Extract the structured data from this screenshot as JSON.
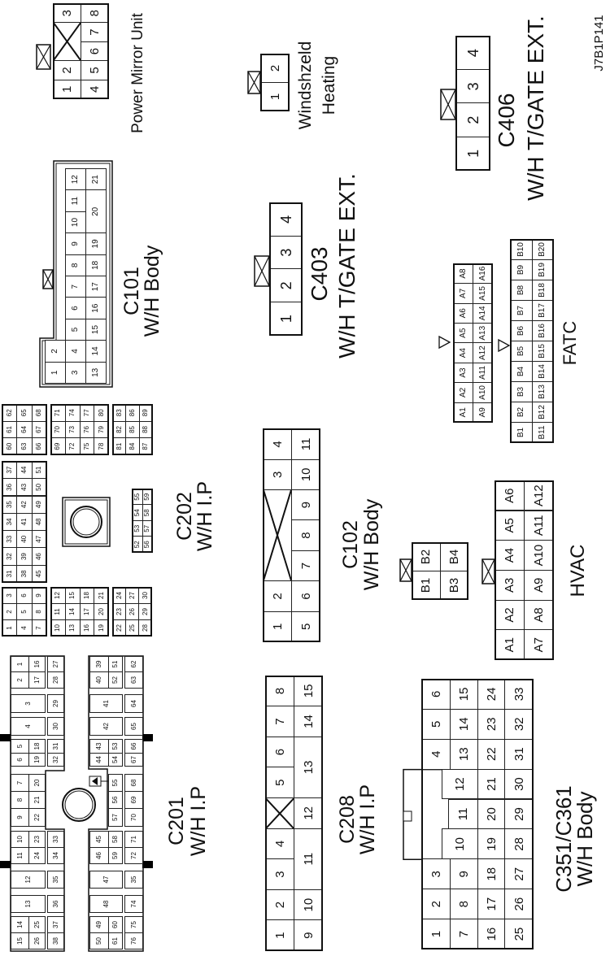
{
  "drawing_id": "J7B1P141",
  "connectors": {
    "pmu": {
      "name": "Power Mirror Unit",
      "pins": [
        "1",
        "2",
        "3",
        "4",
        "5",
        "6",
        "7",
        "8"
      ]
    },
    "windshield": {
      "name_line1": "Windshzeld",
      "name_line2": "Heating",
      "pins": [
        "1",
        "2"
      ]
    },
    "c406": {
      "id": "C406",
      "harness": "W/H T/GATE EXT.",
      "pins": [
        "1",
        "2",
        "3",
        "4"
      ]
    },
    "c403": {
      "id": "C403",
      "harness": "W/H T/GATE  EXT.",
      "pins": [
        "1",
        "2",
        "3",
        "4"
      ]
    },
    "c101": {
      "id": "C101",
      "harness": "W/H Body",
      "pins": [
        "1",
        "2",
        "3",
        "4",
        "5",
        "6",
        "7",
        "8",
        "9",
        "10",
        "11",
        "12",
        "13",
        "14",
        "15",
        "16",
        "17",
        "18",
        "19",
        "20",
        "21"
      ]
    },
    "c202": {
      "id": "C202",
      "harness": "W/H I.P",
      "pins": [
        "1",
        "2",
        "3",
        "4",
        "5",
        "6",
        "7",
        "8",
        "9",
        "10",
        "11",
        "12",
        "13",
        "14",
        "15",
        "16",
        "17",
        "18",
        "19",
        "20",
        "21",
        "22",
        "23",
        "24",
        "25",
        "26",
        "27",
        "28",
        "29",
        "30",
        "31",
        "32",
        "33",
        "34",
        "35",
        "36",
        "37",
        "38",
        "39",
        "40",
        "41",
        "42",
        "43",
        "44",
        "45",
        "46",
        "47",
        "48",
        "49",
        "50",
        "51",
        "52",
        "53",
        "54",
        "55",
        "56",
        "57",
        "58",
        "59",
        "60",
        "61",
        "62",
        "63",
        "64",
        "65",
        "66",
        "67",
        "68",
        "69",
        "70",
        "71",
        "72",
        "73",
        "74",
        "75",
        "76",
        "77",
        "78",
        "79",
        "80",
        "81",
        "82",
        "83",
        "84",
        "85",
        "86",
        "87",
        "88",
        "89"
      ]
    },
    "c201": {
      "id": "C201",
      "harness": "W/H I.P",
      "pins": [
        "1",
        "2",
        "3",
        "4",
        "5",
        "6",
        "7",
        "8",
        "9",
        "10",
        "11",
        "12",
        "13",
        "14",
        "15",
        "16",
        "17",
        "18",
        "19",
        "20",
        "21",
        "22",
        "23",
        "24",
        "25",
        "26",
        "27",
        "28",
        "29",
        "30",
        "31",
        "32",
        "33",
        "34",
        "35",
        "36",
        "37",
        "38",
        "39",
        "40",
        "41",
        "42",
        "43",
        "44",
        "45",
        "46",
        "47",
        "48",
        "49",
        "50",
        "51",
        "52",
        "53",
        "54",
        "55",
        "56",
        "57",
        "58",
        "59",
        "60",
        "61",
        "62",
        "63",
        "64",
        "65",
        "66",
        "67",
        "68",
        "69",
        "70",
        "71",
        "72",
        "35",
        "74",
        "75",
        "76"
      ]
    },
    "c102": {
      "id": "C102",
      "harness": "W/H Body",
      "pins": [
        "1",
        "2",
        "3",
        "4",
        "5",
        "6",
        "7",
        "8",
        "9",
        "10",
        "11"
      ]
    },
    "hvac": {
      "name": "HVAC",
      "b_pins": [
        "B1",
        "B2",
        "B3",
        "B4"
      ],
      "a_pins": [
        "A1",
        "A2",
        "A3",
        "A4",
        "A5",
        "A6",
        "A7",
        "A8",
        "A9",
        "A10",
        "A11",
        "A12"
      ]
    },
    "fatc": {
      "name": "FATC",
      "a_pins": [
        "A1",
        "A2",
        "A3",
        "A4",
        "A5",
        "A6",
        "A7",
        "A8",
        "A9",
        "A10",
        "A11",
        "A12",
        "A13",
        "A14",
        "A15",
        "A16"
      ],
      "b_pins": [
        "B1",
        "B2",
        "B3",
        "B4",
        "B5",
        "B6",
        "B7",
        "B8",
        "B9",
        "B10",
        "B11",
        "B12",
        "B13",
        "B14",
        "B15",
        "B16",
        "B17",
        "B18",
        "B19",
        "B20"
      ]
    },
    "c208": {
      "id": "C208",
      "harness": "W/H I.P",
      "pins": [
        "1",
        "2",
        "3",
        "4",
        "5",
        "6",
        "7",
        "8",
        "9",
        "10",
        "11",
        "12",
        "13",
        "14",
        "15"
      ]
    },
    "c351": {
      "id": "C351/C361",
      "harness": "W/H Body",
      "pins": [
        "1",
        "2",
        "3",
        "4",
        "5",
        "6",
        "7",
        "8",
        "9",
        "10",
        "11",
        "12",
        "13",
        "14",
        "15",
        "16",
        "17",
        "18",
        "19",
        "20",
        "21",
        "22",
        "23",
        "24",
        "25",
        "26",
        "27",
        "28",
        "29",
        "30",
        "31",
        "32",
        "33"
      ]
    }
  }
}
